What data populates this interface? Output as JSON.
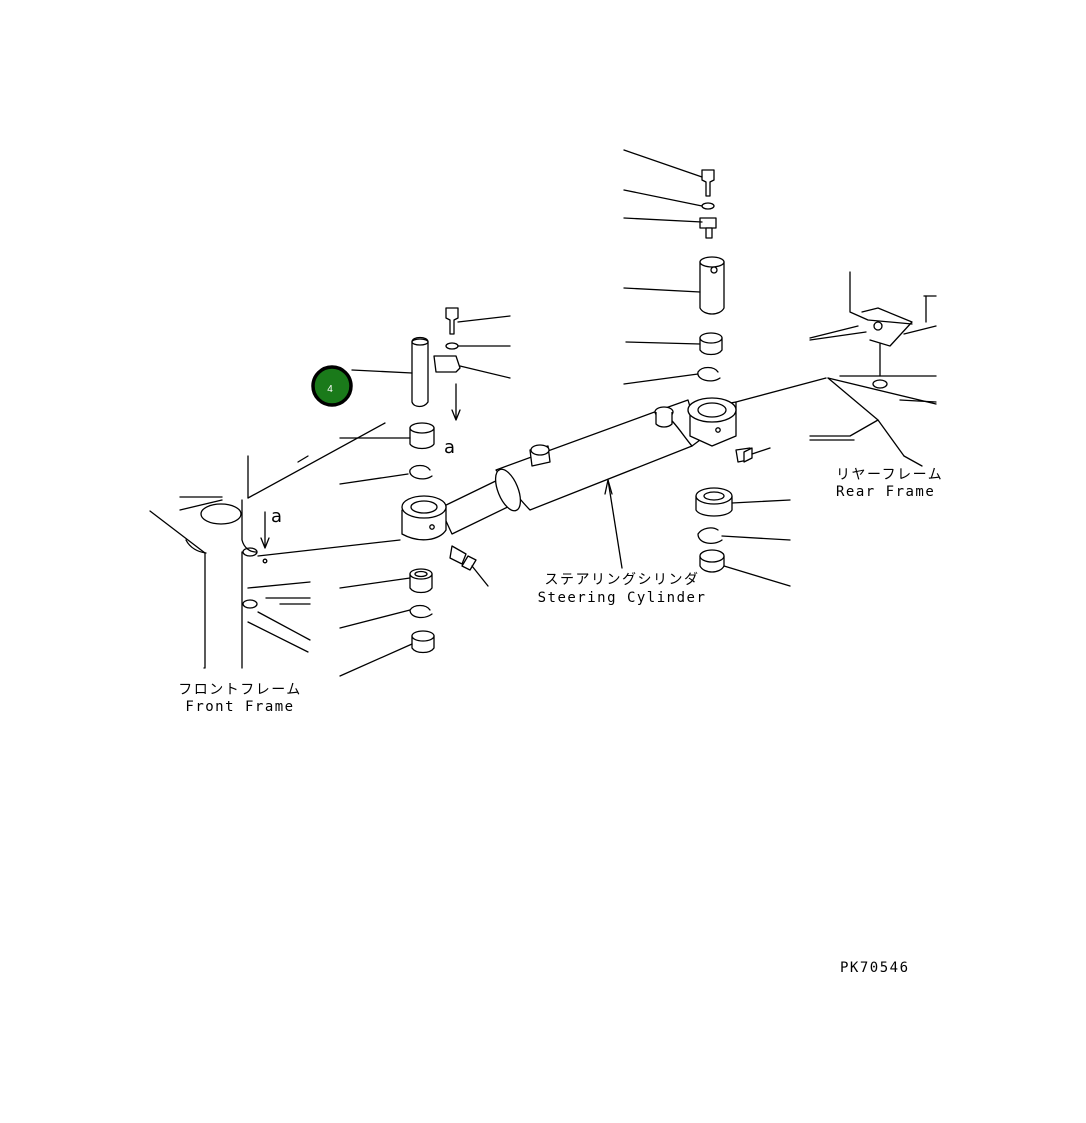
{
  "callout": {
    "number": "4",
    "fill_color": "#1a7a1a",
    "ring_color": "#000000"
  },
  "labels": {
    "rear_frame_jp": "リヤーフレーム",
    "rear_frame_en": "Rear Frame",
    "front_frame_jp": "フロントフレーム",
    "front_frame_en": "Front Frame",
    "steering_cylinder_jp": "ステアリングシリンダ",
    "steering_cylinder_en": "Steering Cylinder",
    "detail_letter_a": "a",
    "drawing_code": "PK70546"
  }
}
